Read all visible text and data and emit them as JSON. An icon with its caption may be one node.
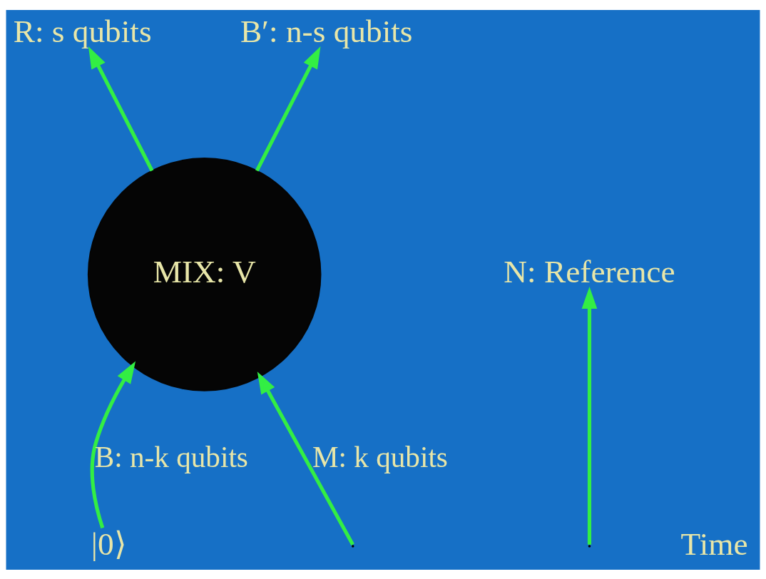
{
  "diagram": {
    "nodes": [
      {
        "text": [
          "R: s qubits"
        ]
      },
      {
        "text": [
          "B′: n-s qubits"
        ]
      },
      {
        "text": [
          "MIX: V"
        ]
      },
      {
        "text": [
          "|0⟩"
        ]
      },
      {
        "text": [
          "N: Reference"
        ]
      }
    ],
    "edges": [
      {
        "from": 2,
        "to": 0,
        "arrow": "to"
      },
      {
        "from": 2,
        "to": 1,
        "arrow": "to"
      },
      {
        "from": 3,
        "to": 2,
        "arrow": "to",
        "label": "B: n-k qubits"
      },
      {
        "from": null,
        "to": 2,
        "arrow": "to",
        "label": "M: k qubits"
      },
      {
        "from": null,
        "to": 4,
        "arrow": "to"
      }
    ],
    "labels": [
      "Time"
    ]
  }
}
